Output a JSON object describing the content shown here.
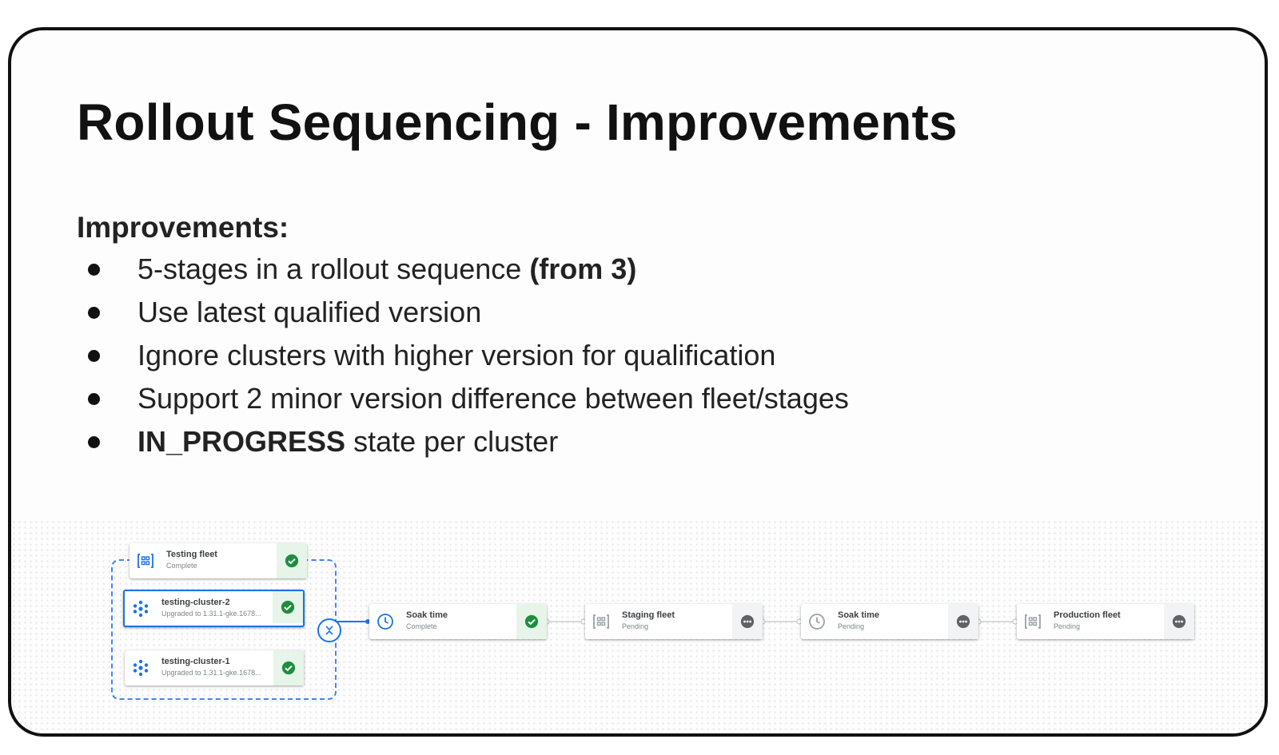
{
  "slide": {
    "title": "Rollout Sequencing - Improvements",
    "section_label": "Improvements:",
    "bullets": [
      {
        "text": "5-stages in a rollout sequence ",
        "bold": "(from 3)"
      },
      {
        "text": "Use latest qualified version"
      },
      {
        "text": "Ignore clusters with higher version for qualification"
      },
      {
        "text": "Support 2 minor version difference between fleet/stages"
      },
      {
        "bold": "IN_PROGRESS",
        "text": " state per cluster"
      }
    ]
  },
  "diagram": {
    "testing_fleet": {
      "name": "Testing fleet",
      "status": "Complete",
      "icon": "fleet-icon",
      "state": "check-icon"
    },
    "clusters": [
      {
        "name": "testing-cluster-2",
        "status": "Upgraded to 1.31.1-gke.1678...",
        "icon": "cluster-icon",
        "state": "check-icon",
        "selected": true
      },
      {
        "name": "testing-cluster-1",
        "status": "Upgraded to 1.31.1-gke.1678...",
        "icon": "cluster-icon",
        "state": "check-icon",
        "selected": false
      }
    ],
    "stages": [
      {
        "name": "Soak time",
        "status": "Complete",
        "icon": "clock-icon",
        "state": "check-icon"
      },
      {
        "name": "Staging fleet",
        "status": "Pending",
        "icon": "fleet-icon",
        "state": "more-icon"
      },
      {
        "name": "Soak time",
        "status": "Pending",
        "icon": "clock-icon",
        "state": "more-icon"
      },
      {
        "name": "Production fleet",
        "status": "Pending",
        "icon": "fleet-icon",
        "state": "more-icon"
      }
    ],
    "colors": {
      "accent_blue": "#1a73e8",
      "success_green": "#1e8e3e",
      "success_bg": "#e6f4ea",
      "pending_gray": "#5f6368"
    }
  }
}
